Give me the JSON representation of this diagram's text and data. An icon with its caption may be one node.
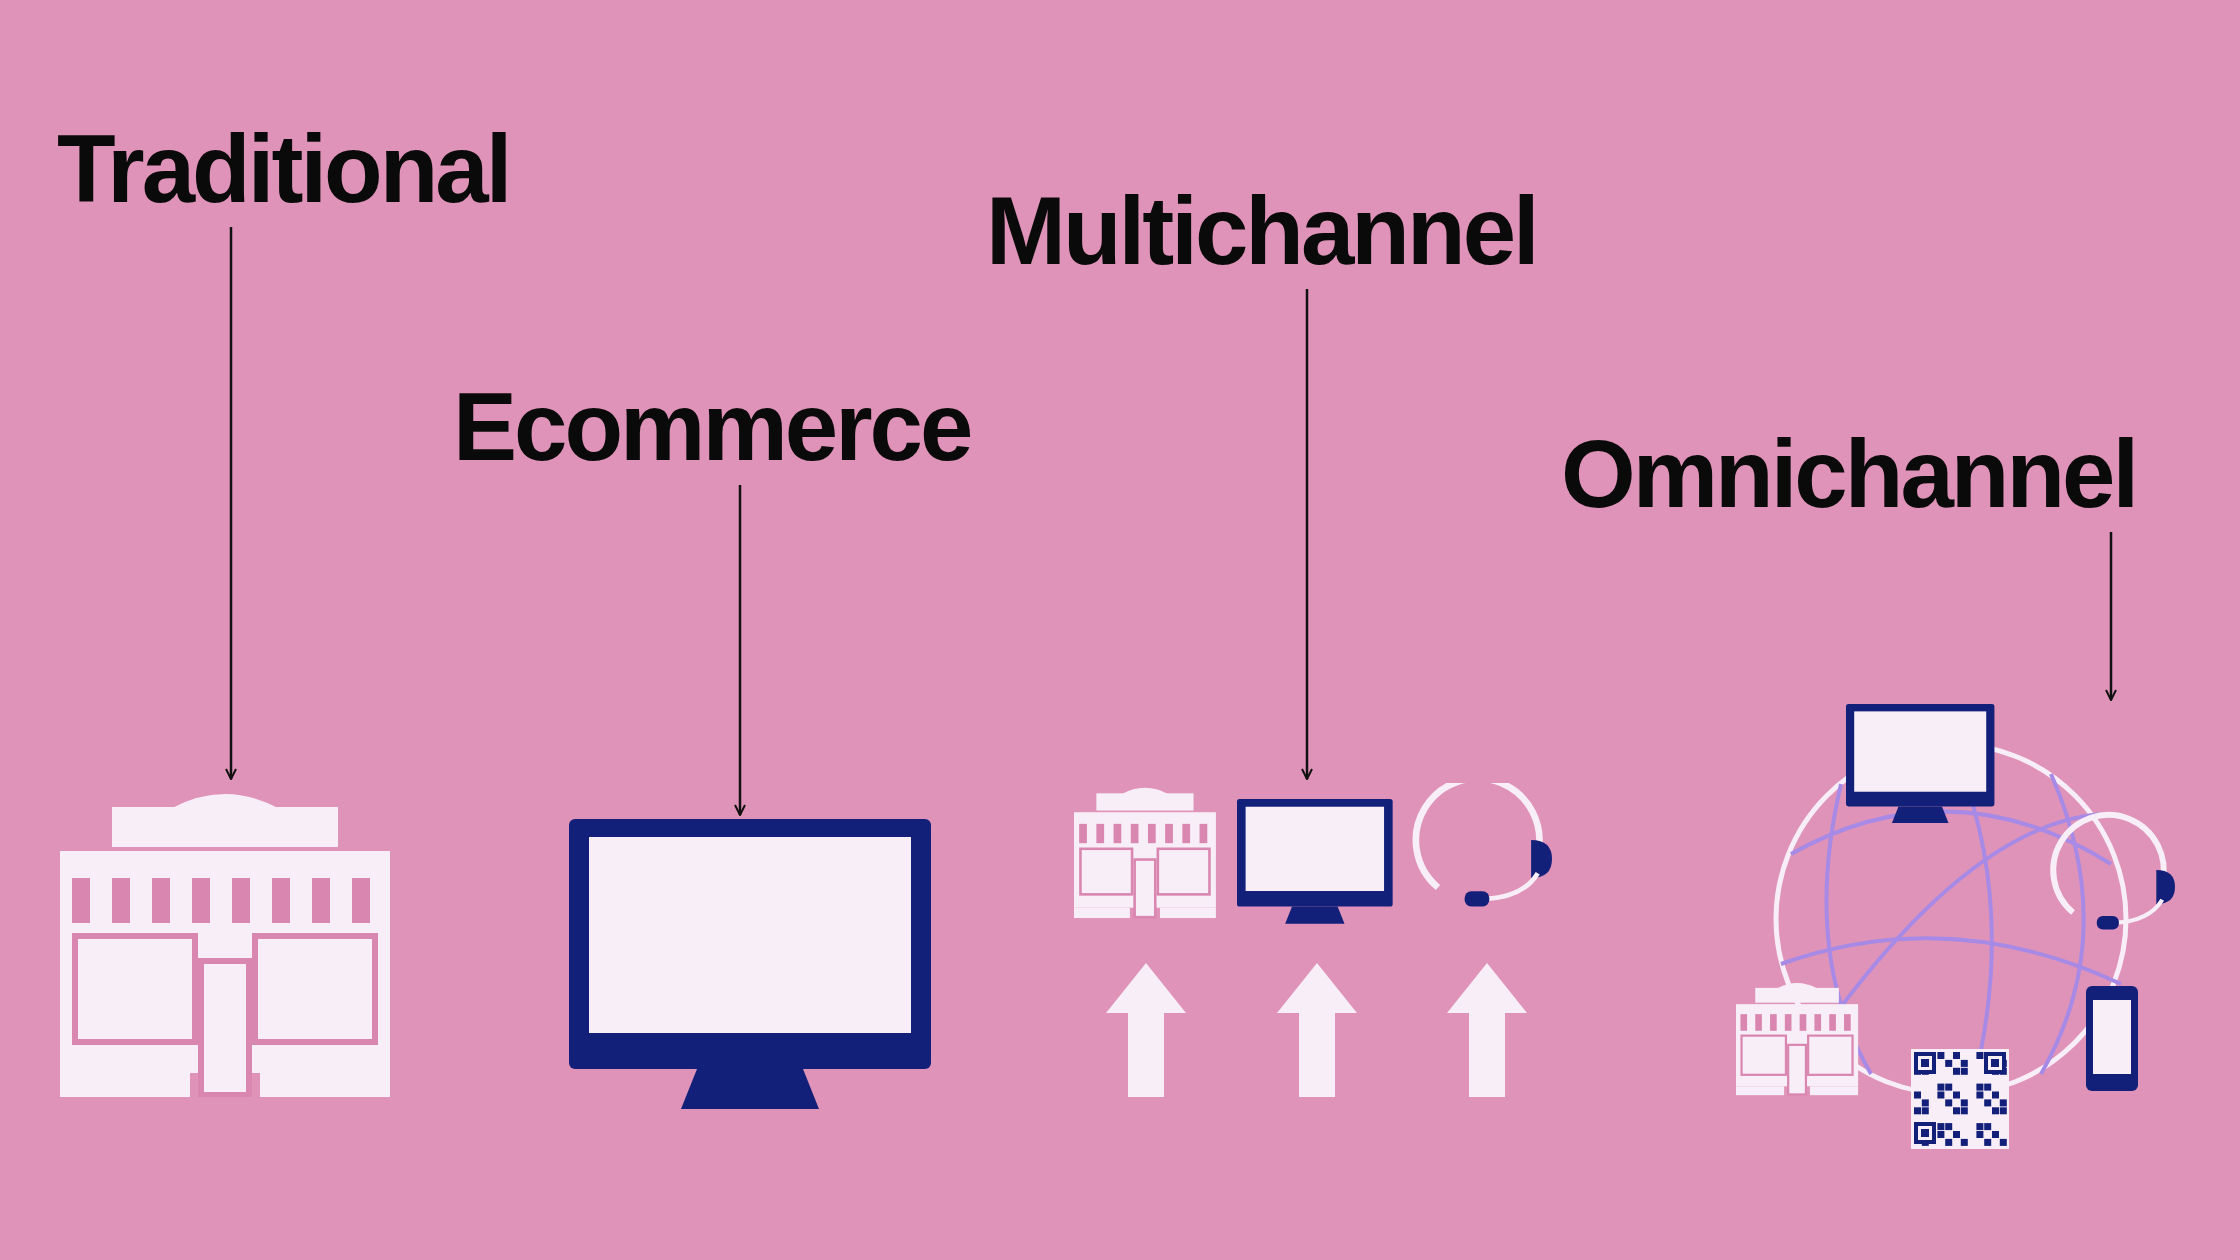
{
  "diagram": {
    "nodes": [
      {
        "text": [
          "Traditional"
        ]
      },
      {
        "text": [
          "Ecommerce"
        ]
      },
      {
        "text": [
          "Multichannel"
        ]
      },
      {
        "text": [
          "Omnichannel"
        ]
      },
      {
        "text": [],
        "shape": "picture"
      },
      {
        "text": [],
        "shape": "picture"
      },
      {
        "text": [],
        "shape": "picture"
      },
      {
        "text": [],
        "shape": "picture"
      }
    ],
    "edges": [
      {
        "from": 0,
        "to": 4,
        "arrow": "to"
      },
      {
        "from": 1,
        "to": 5,
        "arrow": "to"
      },
      {
        "from": 2,
        "to": 6,
        "arrow": "to"
      },
      {
        "from": 3,
        "to": 7,
        "arrow": "to"
      }
    ]
  }
}
